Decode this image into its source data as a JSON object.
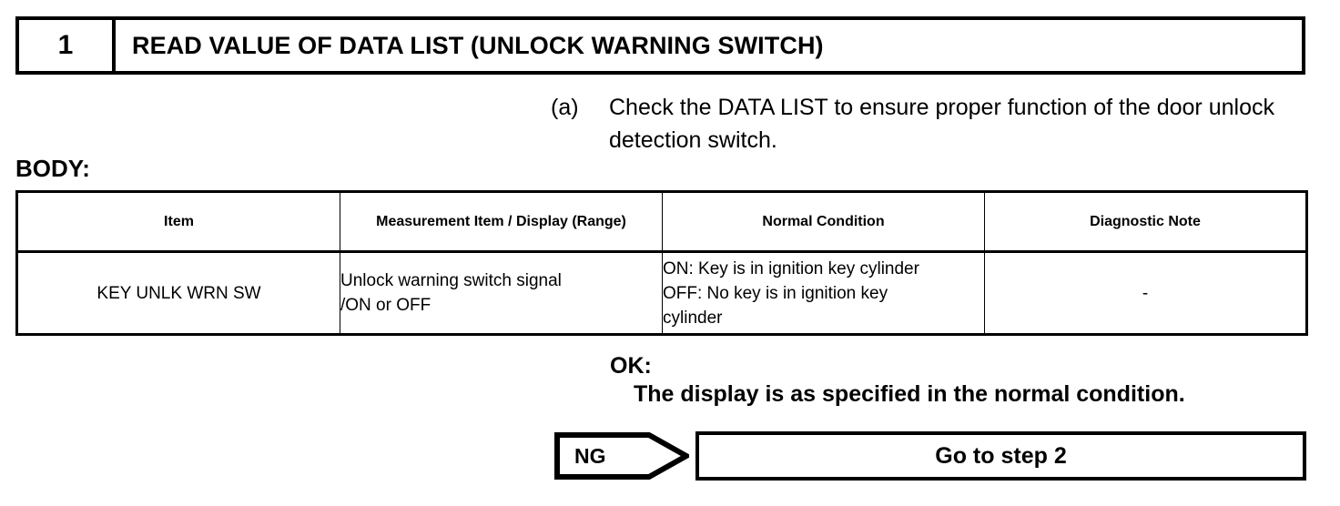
{
  "step": {
    "number": "1",
    "title": "READ VALUE OF DATA LIST (UNLOCK WARNING SWITCH)"
  },
  "instruction": {
    "marker": "(a)",
    "text": "Check the DATA LIST to ensure proper function of the door unlock detection switch."
  },
  "section": {
    "body_label": "BODY:"
  },
  "table": {
    "headers": {
      "item": "Item",
      "measurement_line1": "Measurement Item /",
      "measurement_line2": "Display (Range)",
      "normal_condition": "Normal Condition",
      "diagnostic_note": "Diagnostic Note"
    },
    "rows": [
      {
        "item": "KEY UNLK WRN SW",
        "measurement_line1": "Unlock warning switch signal",
        "measurement_line2": "/ON or OFF",
        "normal_line1": "ON: Key is in ignition key cylinder",
        "normal_line2": "OFF: No key is in ignition key",
        "normal_line3": "cylinder",
        "diagnostic_note": "-"
      }
    ]
  },
  "result_ok": {
    "label": "OK:",
    "text": "The display is as specified in the normal condition."
  },
  "result_ng": {
    "label": "NG",
    "next_step": "Go to step 2"
  },
  "colors": {
    "ink": "#000000",
    "paper": "#ffffff"
  }
}
